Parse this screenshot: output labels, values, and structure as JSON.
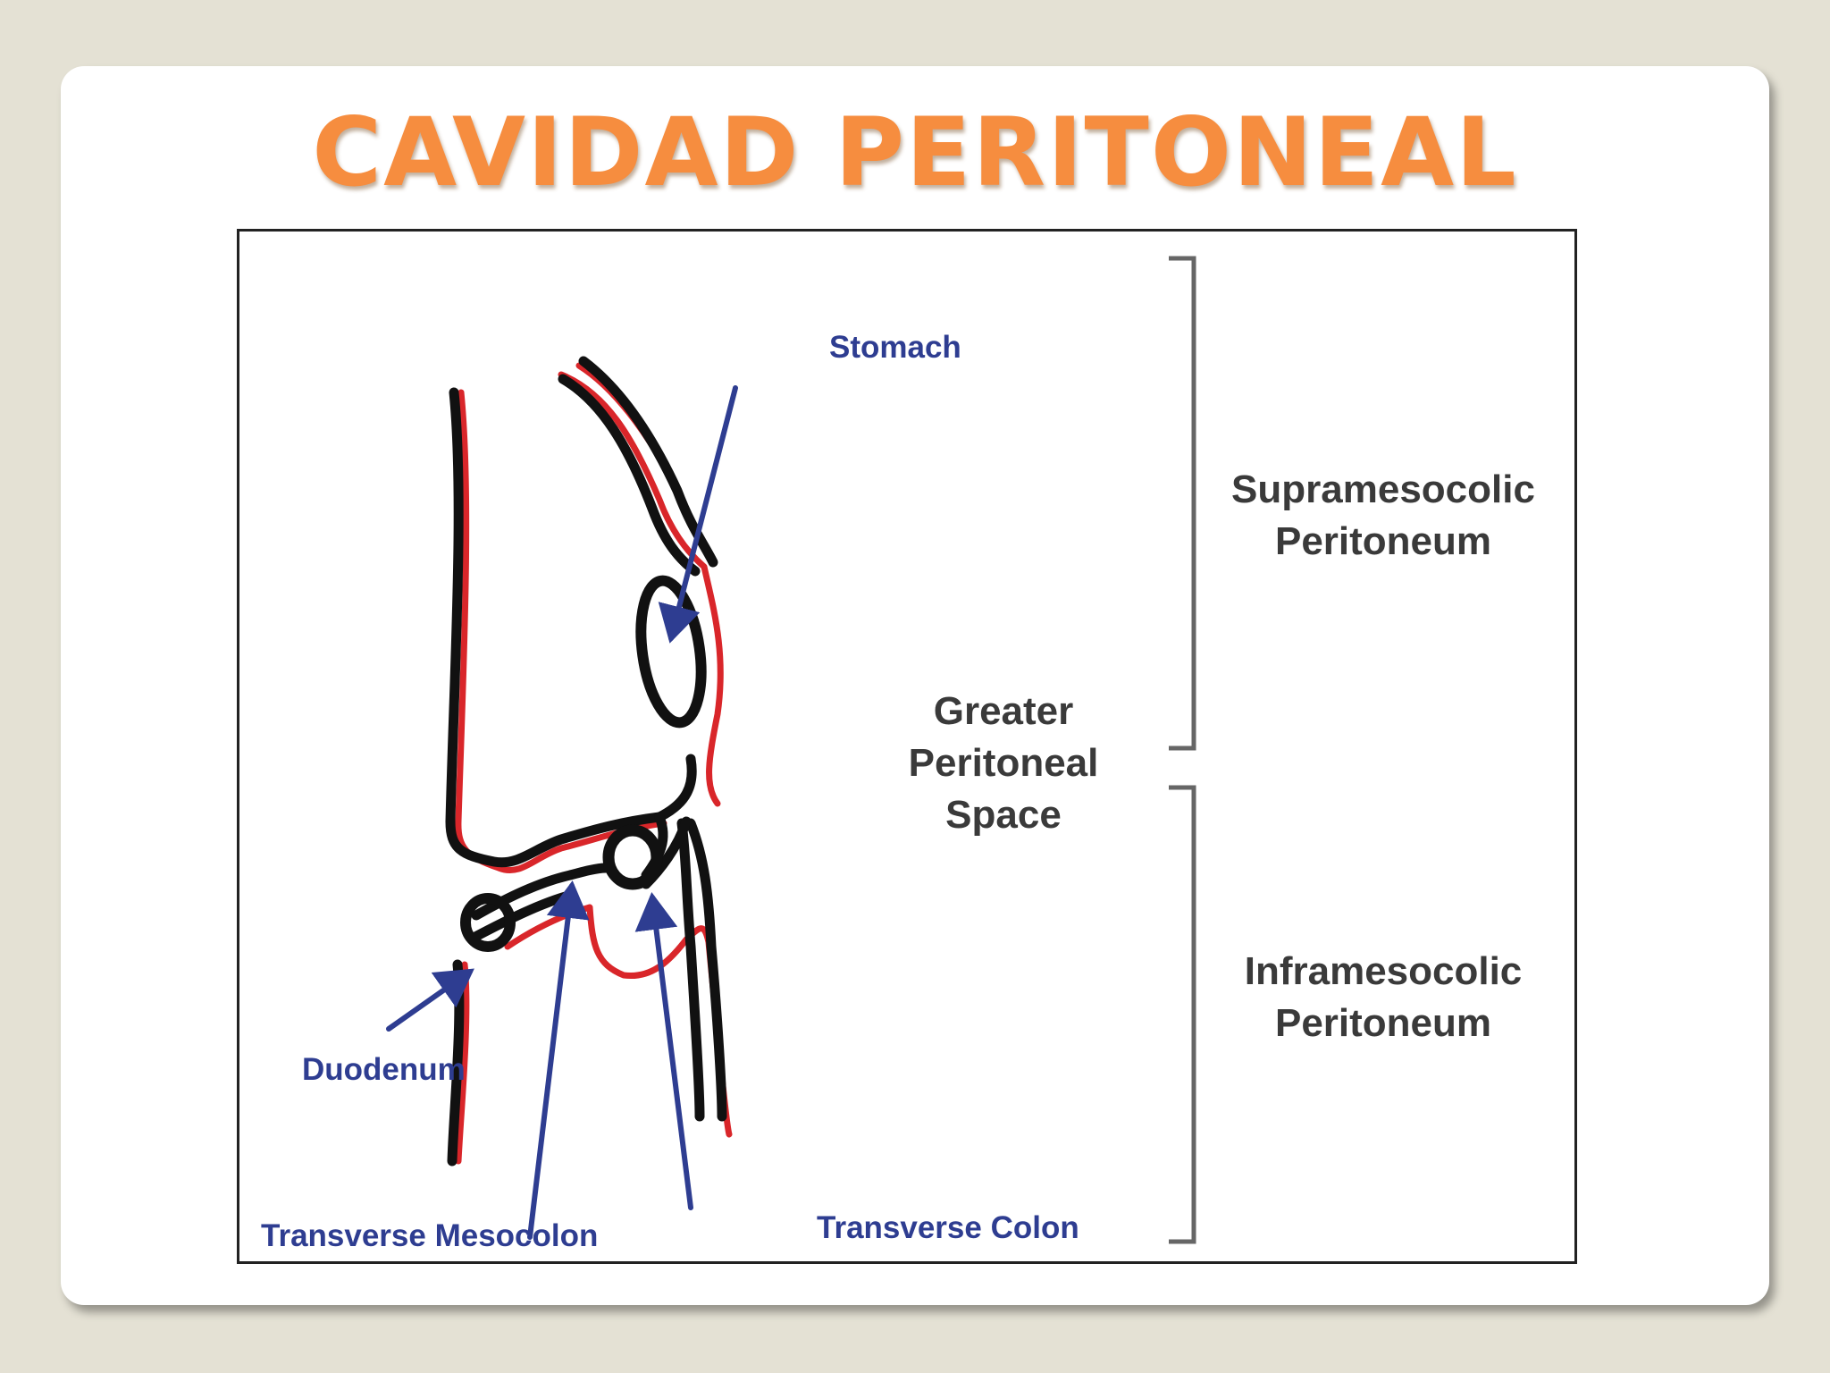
{
  "slide": {
    "title": "CAVIDAD PERITONEAL"
  },
  "diagram": {
    "structure_labels": {
      "stomach": "Stomach",
      "duodenum": "Duodenum",
      "transverse_mesocolon": "Transverse Mesocolon",
      "transverse_colon": "Transverse Colon"
    },
    "space_label": [
      "Greater",
      "Peritoneal",
      "Space"
    ],
    "region_labels": {
      "supramesocolic": [
        "Supramesocolic",
        "Peritoneum"
      ],
      "inframesocolic": [
        "Inframesocolic",
        "Peritoneum"
      ]
    },
    "colors": {
      "organ_outline": "#111111",
      "peritoneum": "#d9262a",
      "pointer_arrow": "#2e3d91",
      "brace": "#666666",
      "title": "#f68d3f"
    }
  }
}
